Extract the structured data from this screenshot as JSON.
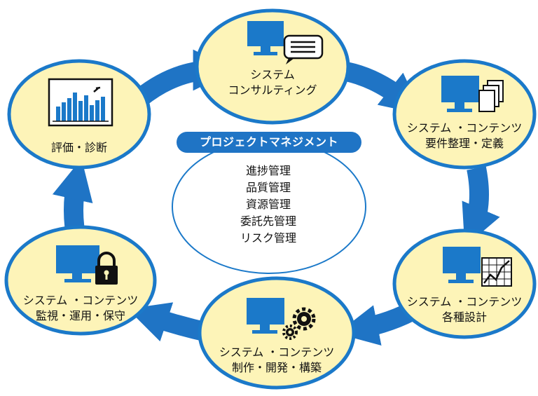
{
  "center": {
    "title": "プロジェクトマネジメント",
    "items": [
      "進捗管理",
      "品質管理",
      "資源管理",
      "委託先管理",
      "リスク管理"
    ]
  },
  "nodes": [
    {
      "id": "consulting",
      "lines": [
        "システム",
        "コンサルティング"
      ],
      "icon": "monitor-chat-icon"
    },
    {
      "id": "requirements",
      "lines": [
        "システム ・コンテンツ",
        "要件整理・定義"
      ],
      "icon": "monitor-documents-icon"
    },
    {
      "id": "design",
      "lines": [
        "システム ・コンテンツ",
        "各種設計"
      ],
      "icon": "monitor-chart-icon"
    },
    {
      "id": "development",
      "lines": [
        "システム ・コンテンツ",
        "制作・開発・構築"
      ],
      "icon": "monitor-gears-icon"
    },
    {
      "id": "operation",
      "lines": [
        "システム ・コンテンツ",
        "監視・運用・保守"
      ],
      "icon": "monitor-lock-icon"
    },
    {
      "id": "evaluation",
      "lines": [
        "評価・診断"
      ],
      "icon": "bar-chart-board-icon"
    }
  ],
  "colors": {
    "node_fill": "#fdf4b8",
    "node_stroke": "#1b79c9",
    "arrow": "#1f74c5",
    "icon": "#1b79c9",
    "pill": "#1f74c5"
  }
}
